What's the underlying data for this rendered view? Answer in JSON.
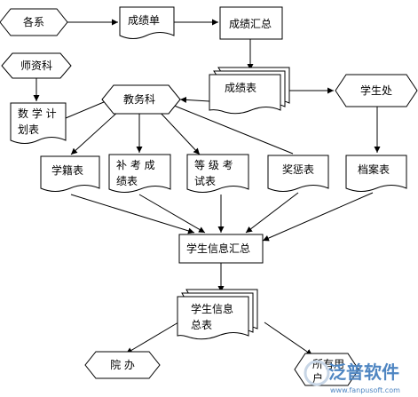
{
  "diagram": {
    "nodes": {
      "gexi": "各系",
      "chengjidan": "成绩单",
      "chengjihuizong": "成绩汇总",
      "shizike": "师资科",
      "chengjibiao": "成绩表",
      "xueshengchu": "学生处",
      "shuxuejihua_l1": "数 学 计",
      "shuxuejihua_l2": "划表",
      "jiaowuke": "教务科",
      "xuejibiao": "学籍表",
      "bukao_l1": "补 考 成",
      "bukao_l2": "绩表",
      "dengji_l1": "等 级 考",
      "dengji_l2": "试表",
      "jiangcheng": "奖惩表",
      "dangan": "档案表",
      "xinxihuizong": "学生信息汇总",
      "xinxizongbiao_l1": "学生信息",
      "xinxizongbiao_l2": "总表",
      "yuanban": "院 办",
      "suoyouyonghu_l1": "所有用",
      "suoyouyonghu_l2": "户"
    },
    "watermark": {
      "brand": "泛普软件",
      "url": "www.fanpusoft.com"
    }
  }
}
